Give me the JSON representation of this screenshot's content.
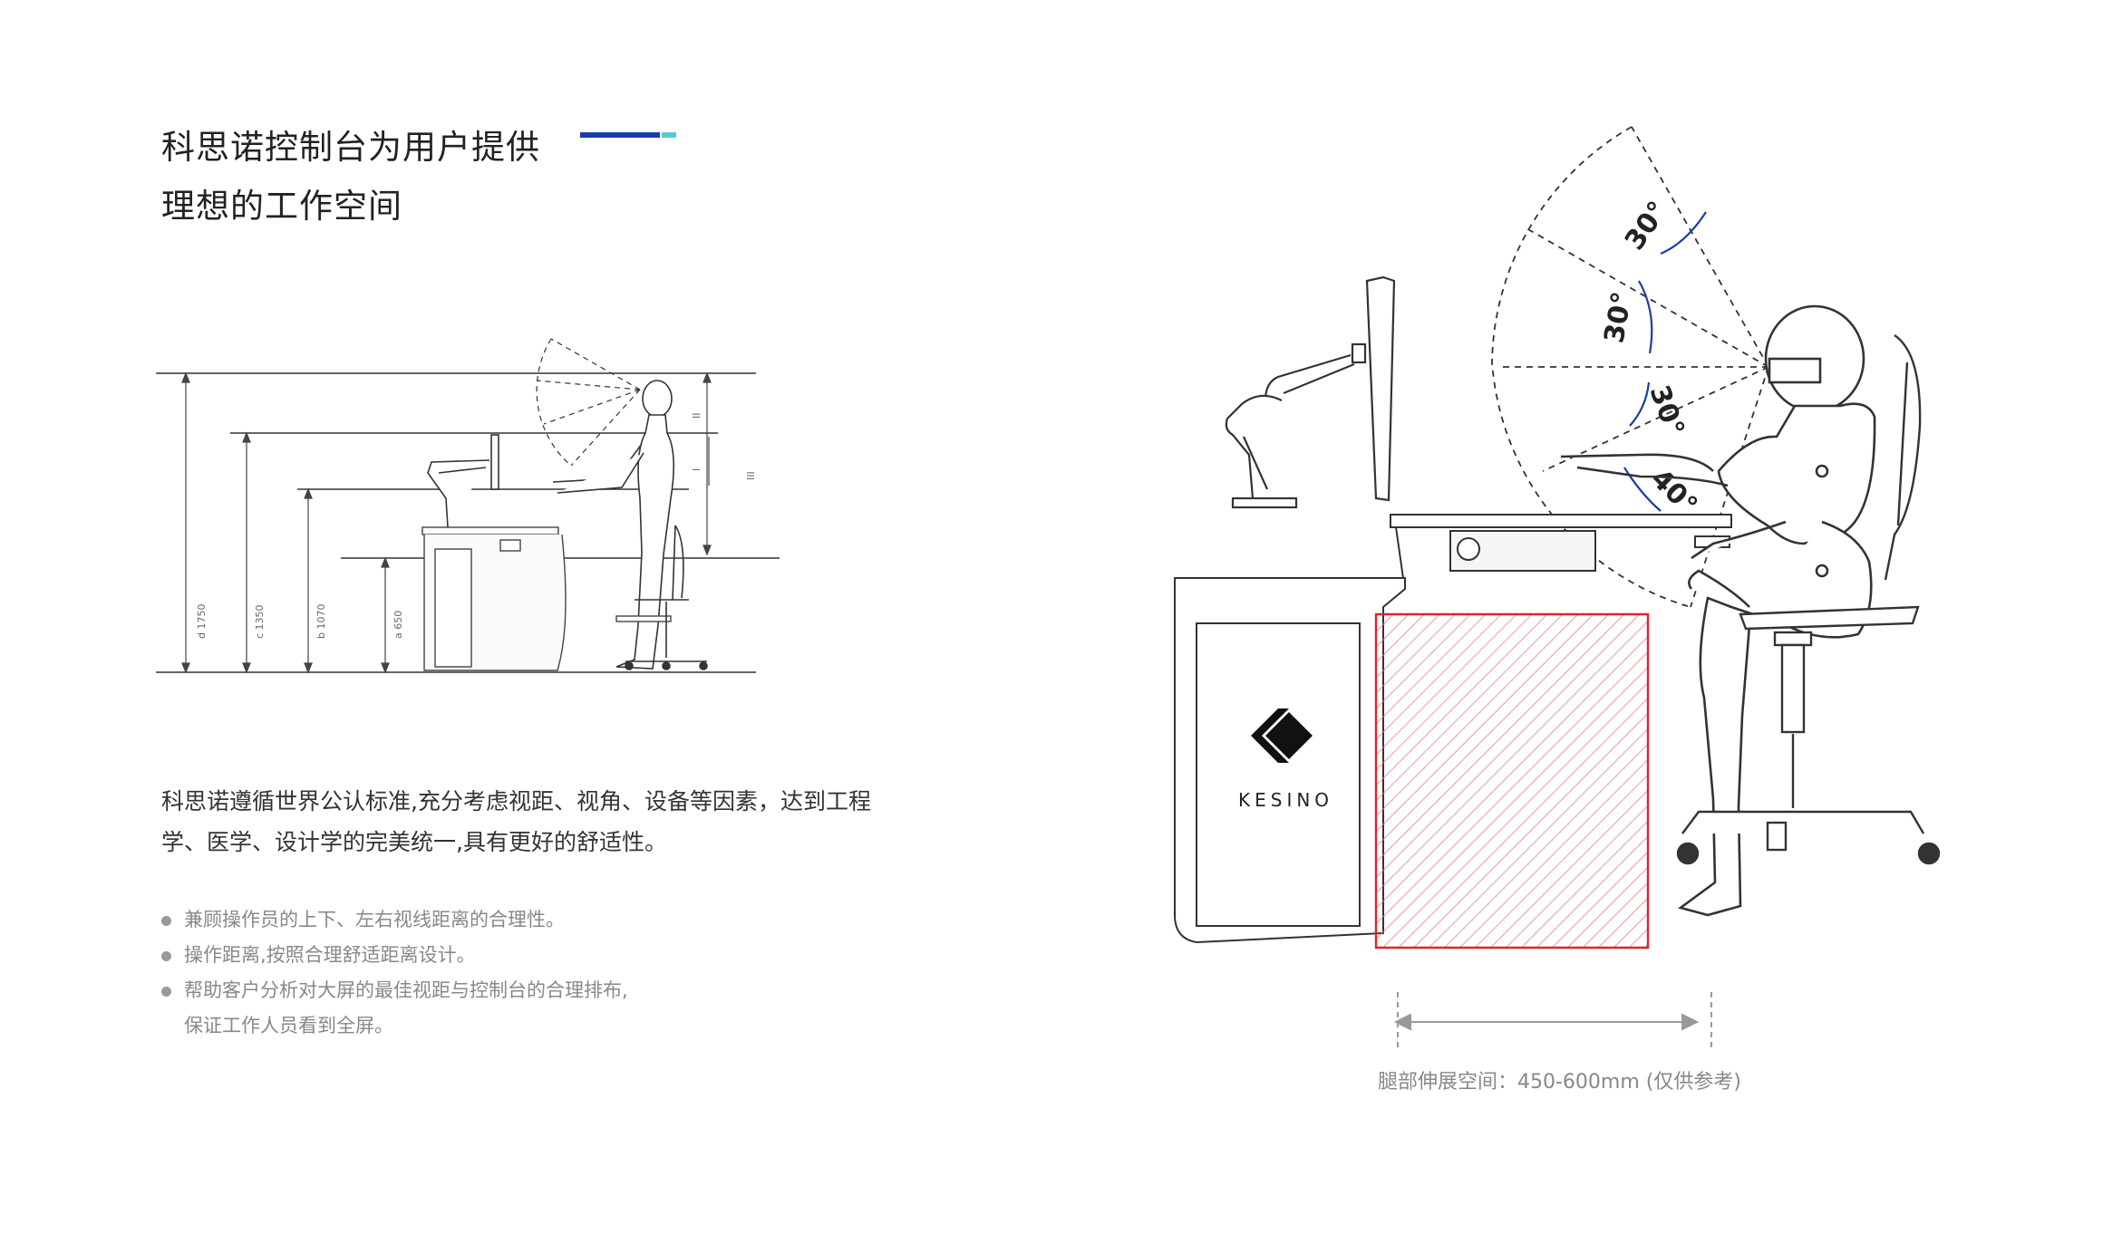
{
  "heading": {
    "line1": "科思诺控制台为用户提供",
    "line2": "理想的工作空间",
    "accent_colors": [
      "#1a3ea8",
      "#5ec8d0"
    ]
  },
  "intro": {
    "line1": "科思诺遵循世界公认标准,充分考虑视距、视角、设备等因素，达到工程",
    "line2": "学、医学、设计学的完美统一,具有更好的舒适性。"
  },
  "bullets": [
    {
      "text": "兼顾操作员的上下、左右视线距离的合理性。"
    },
    {
      "text": "操作距离,按照合理舒适距离设计。"
    },
    {
      "text": "帮助客户分析对大屏的最佳视距与控制台的合理排布,",
      "cont": "保证工作人员看到全屏。"
    }
  ],
  "left_diagram": {
    "dimensions": [
      "d 1750",
      "c 1350",
      "b 1070",
      "a 650"
    ],
    "zones": [
      "II",
      "I",
      "III"
    ]
  },
  "right_diagram": {
    "angles": [
      "30°",
      "30°",
      "30°",
      "40°"
    ],
    "brand": "KESINO",
    "highlight_color": "#d9262c",
    "caption": "腿部伸展空间：450-600mm (仅供参考)"
  }
}
